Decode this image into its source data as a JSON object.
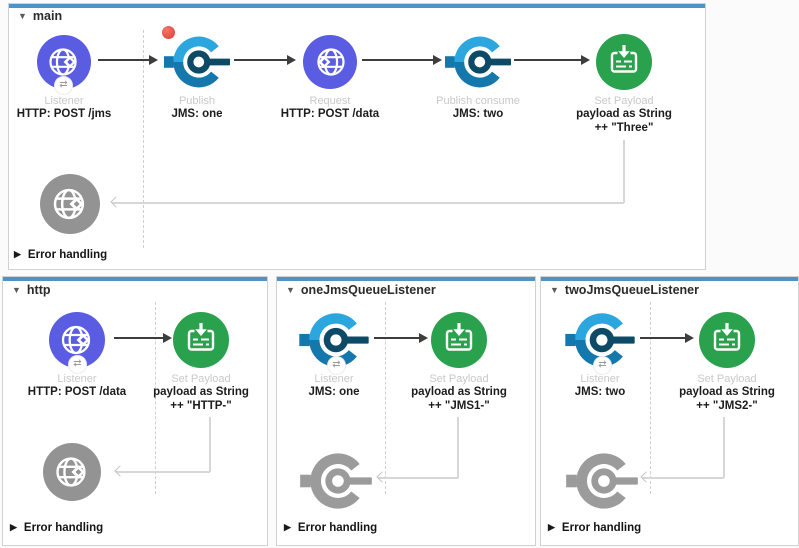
{
  "colors": {
    "flow_header_bar": "#4e92c6",
    "http_connector_blue": "#5a5de2",
    "jms_light_blue": "#2ba6de",
    "jms_dark_blue": "#1478ad",
    "jms_core_navy": "#0c4a66",
    "set_payload_green": "#2aa14d",
    "disabled_gray": "#9b9b9b",
    "breakpoint_red": "#e03c30"
  },
  "icons": {
    "http": "globe-icon",
    "jms": "jms-connector-icon",
    "set_payload": "set-payload-document-icon",
    "listener_badge": "sync-arrows-icon",
    "collapse_open": "triangle-down-icon",
    "collapse_closed": "triangle-right-icon",
    "breakpoint": "red-dot-icon"
  },
  "flows": [
    {
      "title": "main",
      "error_handling": "Error handling",
      "components": [
        {
          "type": "http-listener",
          "name": "Listener",
          "config": "HTTP: POST /jms"
        },
        {
          "type": "jms-publish",
          "name": "Publish",
          "config": "JMS: one",
          "breakpoint": true
        },
        {
          "type": "http-request",
          "name": "Request",
          "config": "HTTP: POST /data"
        },
        {
          "type": "jms-publish-consume",
          "name": "Publish consume",
          "config": "JMS: two"
        },
        {
          "type": "set-payload",
          "name": "Set Payload",
          "config": "payload as String",
          "config2": "++ \"Three\""
        }
      ],
      "ghost_component": "http-gray"
    },
    {
      "title": "http",
      "error_handling": "Error handling",
      "components": [
        {
          "type": "http-listener",
          "name": "Listener",
          "config": "HTTP: POST /data"
        },
        {
          "type": "set-payload",
          "name": "Set Payload",
          "config": "payload as String",
          "config2": "++ \"HTTP-\""
        }
      ],
      "ghost_component": "http-gray"
    },
    {
      "title": "oneJmsQueueListener",
      "error_handling": "Error handling",
      "components": [
        {
          "type": "jms-listener",
          "name": "Listener",
          "config": "JMS: one"
        },
        {
          "type": "set-payload",
          "name": "Set Payload",
          "config": "payload as String",
          "config2": "++ \"JMS1-\""
        }
      ],
      "ghost_component": "jms-gray"
    },
    {
      "title": "twoJmsQueueListener",
      "error_handling": "Error handling",
      "components": [
        {
          "type": "jms-listener",
          "name": "Listener",
          "config": "JMS: two"
        },
        {
          "type": "set-payload",
          "name": "Set Payload",
          "config": "payload as String",
          "config2": "++ \"JMS2-\""
        }
      ],
      "ghost_component": "jms-gray"
    }
  ]
}
